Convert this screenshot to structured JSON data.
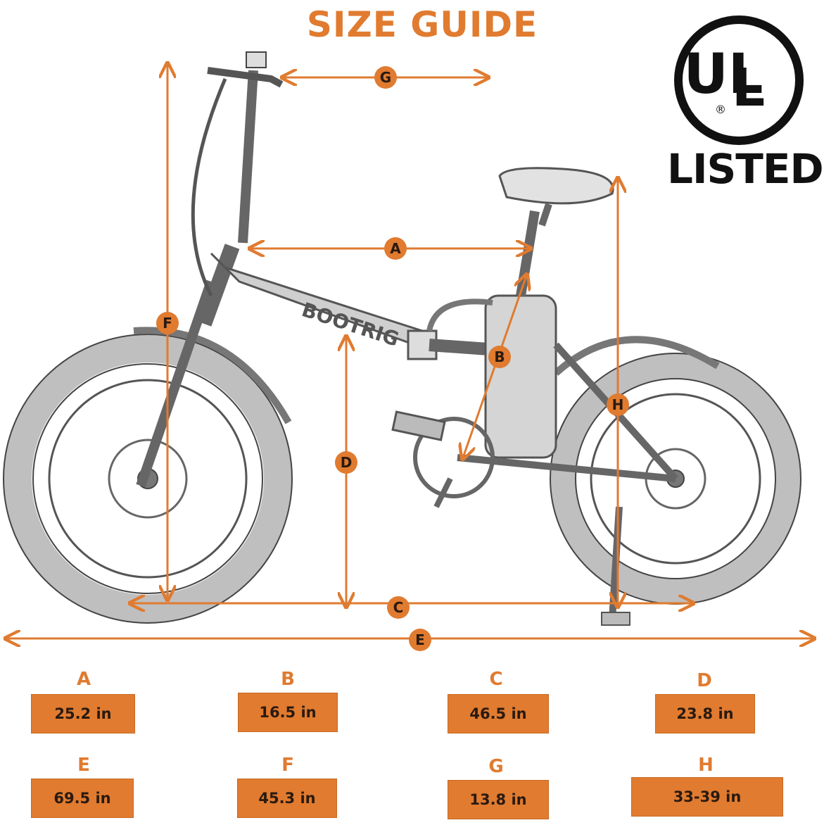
{
  "title": "SIZE GUIDE",
  "certification": {
    "ul_mark": "UL",
    "registered": "®",
    "listed": "LISTED"
  },
  "bike": {
    "brand": "BOOTRIG"
  },
  "dimensions": [
    {
      "letter": "A",
      "value": "25.2 in"
    },
    {
      "letter": "B",
      "value": "16.5 in"
    },
    {
      "letter": "C",
      "value": "46.5 in"
    },
    {
      "letter": "D",
      "value": "23.8 in"
    },
    {
      "letter": "E",
      "value": "69.5 in"
    },
    {
      "letter": "F",
      "value": "45.3 in"
    },
    {
      "letter": "G",
      "value": "13.8 in"
    },
    {
      "letter": "H",
      "value": "33-39 in"
    }
  ],
  "colors": {
    "accent": "#e07b30",
    "line": "#555555"
  }
}
